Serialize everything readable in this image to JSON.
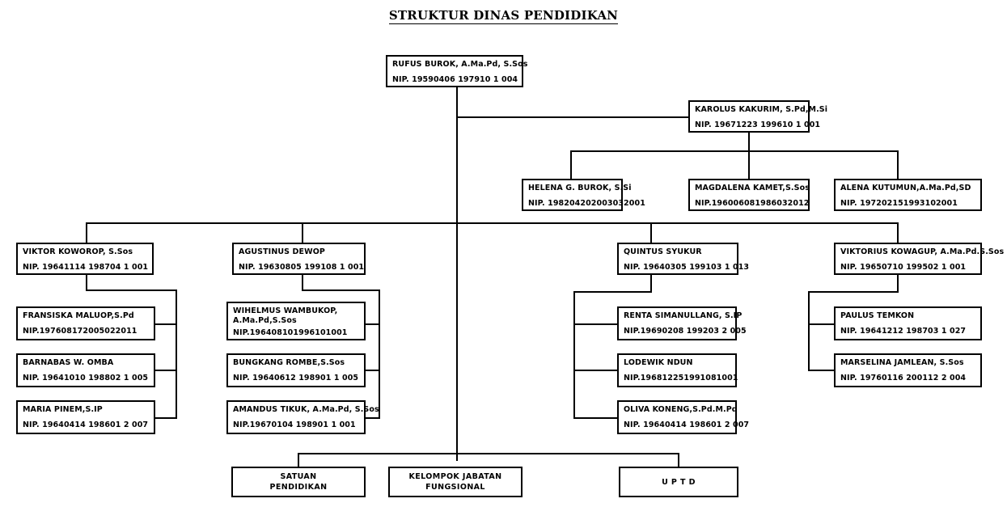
{
  "title": "STRUKTUR DINAS PENDIDIKAN",
  "head": {
    "name": "RUFUS BUROK, A.Ma.Pd, S.Sos",
    "nip": "NIP. 19590406 197910 1 004"
  },
  "secretary": {
    "name": "KAROLUS KAKURIM, S.Pd,M.Si",
    "nip": "NIP. 19671223 199610 1 001"
  },
  "sub_sections": [
    {
      "name": "HELENA G. BUROK, S.Si",
      "nip": "NIP. 198204202003032001"
    },
    {
      "name": "MAGDALENA KAMET,S.Sos",
      "nip": "NIP.196006081986032012"
    },
    {
      "name": "ALENA KUTUMUN,A.Ma.Pd,SD",
      "nip": "NIP. 197202151993102001"
    }
  ],
  "fields": [
    {
      "head": {
        "name": "VIKTOR KOWOROP, S.Sos",
        "nip": "NIP. 19641114 198704 1 001"
      },
      "members": [
        {
          "name": "FRANSISKA MALUOP,S.Pd",
          "nip": "NIP.197608172005022011"
        },
        {
          "name": "BARNABAS W. OMBA",
          "nip": "NIP. 19641010 198802 1 005"
        },
        {
          "name": "MARIA PINEM,S.IP",
          "nip": "NIP. 19640414 198601 2 007"
        }
      ]
    },
    {
      "head": {
        "name": "AGUSTINUS DEWOP",
        "nip": "NIP. 19630805 199108 1 001"
      },
      "members": [
        {
          "name": "WIHELMUS WAMBUKOP, A.Ma.Pd,S.Sos",
          "nip": "NIP.196408101996101001"
        },
        {
          "name": "BUNGKANG ROMBE,S.Sos",
          "nip": "NIP. 19640612 198901 1 005"
        },
        {
          "name": "AMANDUS TIKUK, A.Ma.Pd, S.Sos",
          "nip": "NIP.19670104 198901 1 001"
        }
      ]
    },
    {
      "head": {
        "name": "QUINTUS SYUKUR",
        "nip": "NIP. 19640305 199103 1 013"
      },
      "members": [
        {
          "name": "RENTA SIMANULLANG, S.IP",
          "nip": "NIP.19690208 199203 2 005"
        },
        {
          "name": "LODEWIK NDUN",
          "nip": "NIP.196812251991081001"
        },
        {
          "name": "OLIVA KONENG,S.Pd.M.Pd",
          "nip": "NIP. 19640414 198601 2 007"
        }
      ]
    },
    {
      "head": {
        "name": "VIKTORIUS KOWAGUP, A.Ma.Pd.S.Sos",
        "nip": "NIP. 19650710 199502 1 001"
      },
      "members": [
        {
          "name": "PAULUS TEMKON",
          "nip": "NIP. 19641212 198703 1 027"
        },
        {
          "name": "MARSELINA JAMLEAN, S.Sos",
          "nip": "NIP. 19760116 200112 2 004"
        }
      ]
    }
  ],
  "units": [
    {
      "line1": "SATUAN",
      "line2": "PENDIDIKAN"
    },
    {
      "line1": "KELOMPOK JABATAN",
      "line2": "FUNGSIONAL"
    },
    {
      "line1": "U P T D",
      "line2": ""
    }
  ],
  "colors": {
    "line": "#000000",
    "box_border": "#000000",
    "background": "#ffffff",
    "text": "#000000"
  }
}
